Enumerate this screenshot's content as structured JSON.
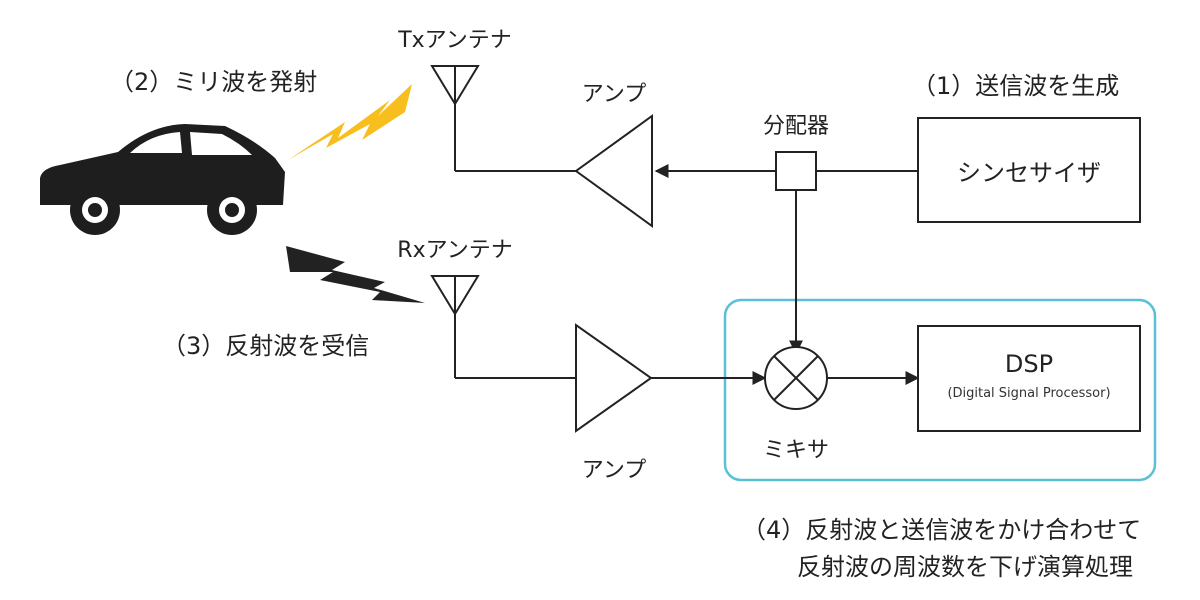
{
  "labels": {
    "step1": "（1）送信波を生成",
    "step2": "（2）ミリ波を発射",
    "step3": "（3）反射波を受信",
    "step4_line1": "（4）反射波と送信波をかけ合わせて",
    "step4_line2": "反射波の周波数を下げ演算処理",
    "tx_antenna": "Txアンテナ",
    "rx_antenna": "Rxアンテナ",
    "amp_top": "アンプ",
    "amp_bottom": "アンプ",
    "splitter": "分配器",
    "synthesizer": "シンセサイザ",
    "mixer": "ミキサ",
    "dsp_title": "DSP",
    "dsp_subtitle": "(Digital Signal Processor)"
  },
  "colors": {
    "line": "#222222",
    "tx_wave": "#F7BE1E",
    "rx_wave": "#222222",
    "highlight_frame": "#5BC0D6",
    "car": "#1e1e1e"
  },
  "icons": {
    "car": "car-icon",
    "tx_wave": "lightning-bolt-icon",
    "rx_wave": "lightning-bolt-icon",
    "antenna": "antenna-icon",
    "mixer": "mixer-cross-icon"
  }
}
